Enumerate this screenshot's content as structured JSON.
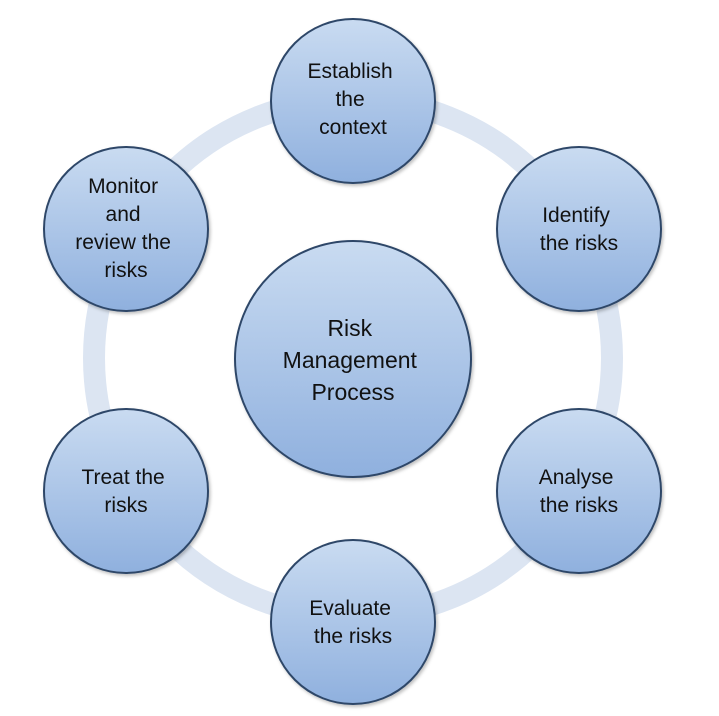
{
  "title": "Risk Management Process",
  "center": {
    "lines": [
      "Risk",
      "Management",
      "Process"
    ]
  },
  "steps": [
    {
      "name": "step-establish-context",
      "lines": [
        "Establish",
        "the",
        "context"
      ]
    },
    {
      "name": "step-identify-risks",
      "lines": [
        "Identify",
        "the risks"
      ]
    },
    {
      "name": "step-analyse-risks",
      "lines": [
        "Analyse",
        "the risks"
      ]
    },
    {
      "name": "step-evaluate-risks",
      "lines": [
        "Evaluate",
        "the risks"
      ]
    },
    {
      "name": "step-treat-risks",
      "lines": [
        "Treat the",
        "risks"
      ]
    },
    {
      "name": "step-monitor-review",
      "lines": [
        "Monitor",
        "and",
        "review the",
        "risks"
      ]
    }
  ],
  "colors": {
    "ring": "#dce5f2",
    "circle_top": "#c9dbf1",
    "circle_bottom": "#8fb0de",
    "circle_stroke": "#2d4668",
    "text": "#111111"
  }
}
